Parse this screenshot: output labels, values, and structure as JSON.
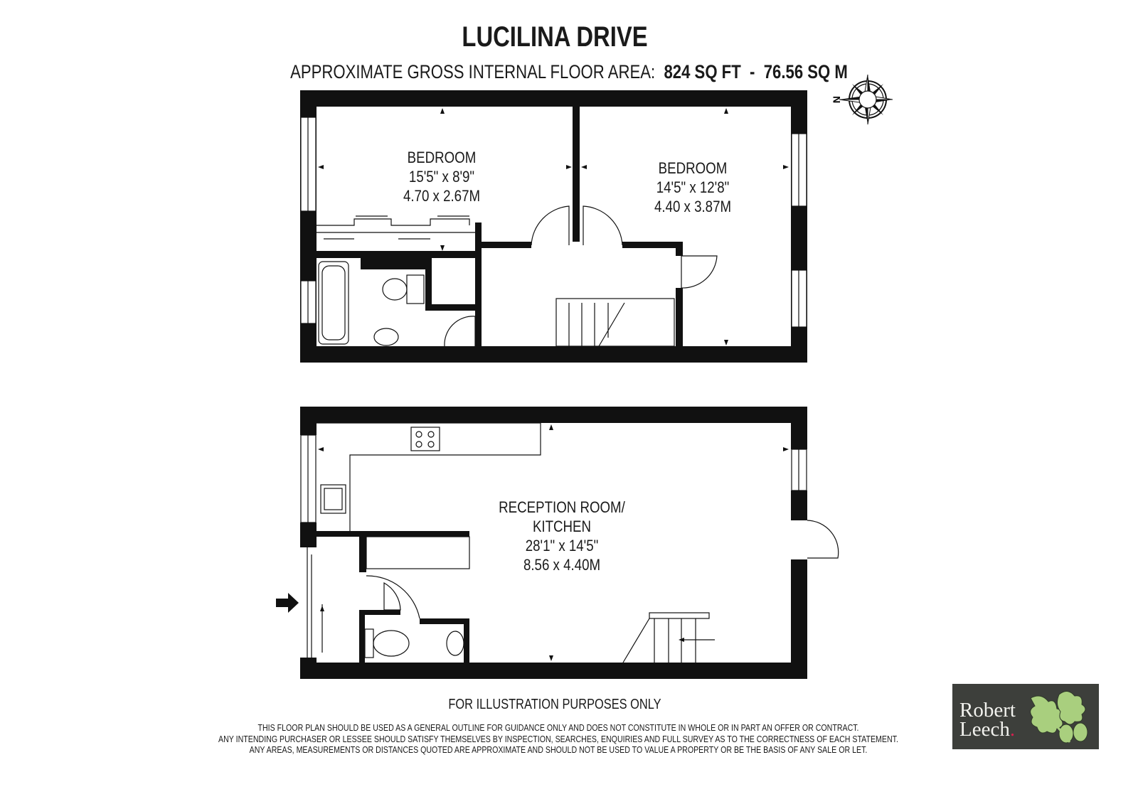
{
  "title": "LUCILINA DRIVE",
  "area": {
    "label": "APPROXIMATE GROSS INTERNAL FLOOR AREA:",
    "sqft": "824 SQ FT",
    "sep": "-",
    "sqm": "76.56 SQ M"
  },
  "compass": {
    "letter": "N"
  },
  "rooms": [
    {
      "name": "BEDROOM",
      "imperial": "15'5\" x 8'9\"",
      "metric": "4.70 x 2.67M"
    },
    {
      "name": "BEDROOM",
      "imperial": "14'5\" x 12'8\"",
      "metric": "4.40 x 3.87M"
    },
    {
      "name": "RECEPTION ROOM/",
      "name2": "KITCHEN",
      "imperial": "28'1\" x 14'5\"",
      "metric": "8.56 x 4.40M"
    }
  ],
  "footer": {
    "illustration": "FOR ILLUSTRATION PURPOSES ONLY",
    "disclaimer": [
      "THIS FLOOR PLAN SHOULD BE USED AS A GENERAL OUTLINE FOR GUIDANCE ONLY AND DOES NOT CONSTITUTE IN WHOLE OR IN PART AN OFFER OR CONTRACT.",
      "ANY INTENDING PURCHASER OR LESSEE SHOULD SATISFY THEMSELVES BY INSPECTION, SEARCHES, ENQUIRIES AND FULL SURVEY AS TO THE CORRECTNESS OF EACH STATEMENT.",
      "ANY AREAS, MEASUREMENTS OR DISTANCES QUOTED ARE APPROXIMATE AND SHOULD NOT BE USED TO VALUE A PROPERTY OR BE THE BASIS OF ANY SALE OR LET."
    ]
  },
  "logo": {
    "line1": "Robert",
    "line2": "Leech",
    "dot": "."
  },
  "colors": {
    "wall": "#111111",
    "logo_bg": "#3d3f3b",
    "logo_leaf": "#a9cf7e",
    "logo_dot": "#d4204f"
  }
}
